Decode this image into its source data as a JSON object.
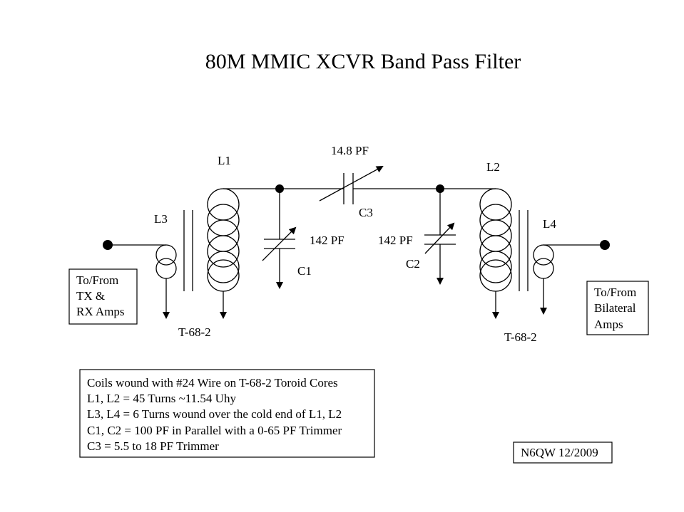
{
  "title": "80M MMIC XCVR Band Pass Filter",
  "components": {
    "L1": "L1",
    "L2": "L2",
    "L3": "L3",
    "L4": "L4",
    "C1": "C1",
    "C2": "C2",
    "C3": "C3",
    "C3_value": "14.8  PF",
    "C1_value": "142 PF",
    "C2_value": "142 PF",
    "core_left": "T-68-2",
    "core_right": "T-68-2"
  },
  "left_port": [
    "To/From",
    "TX &",
    "RX Amps"
  ],
  "right_port": [
    "To/From",
    "Bilateral",
    "Amps"
  ],
  "notes": [
    "Coils wound with #24 Wire on T-68-2 Toroid Cores",
    "L1, L2 = 45 Turns ~11.54 Uhy",
    "L3, L4 = 6 Turns wound over the cold end of L1, L2",
    "C1, C2 = 100 PF in Parallel with a 0-65 PF Trimmer",
    "C3 = 5.5 to 18 PF Trimmer"
  ],
  "credit": "N6QW 12/2009"
}
